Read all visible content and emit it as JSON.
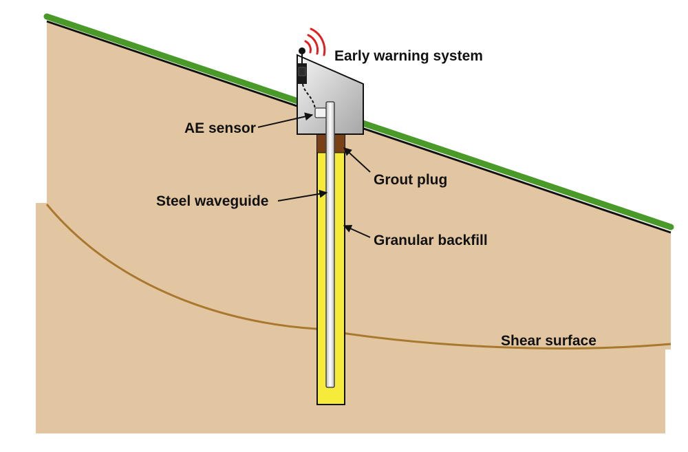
{
  "labels": {
    "early_warning": "Early warning system",
    "ae_sensor": "AE sensor",
    "grout_plug": "Grout plug",
    "steel_waveguide": "Steel waveguide",
    "granular_backfill": "Granular backfill",
    "shear_surface": "Shear surface"
  },
  "colors": {
    "soil": "#e2c6a2",
    "grass": "#4a9a2a",
    "ground_line": "#111111",
    "shear_line": "#a8782e",
    "backfill": "#f6ea3a",
    "grout": "#7a4016",
    "waveguide": "#f2f2f2",
    "enclosure": "#c8c8c8",
    "signal": "#e02020"
  }
}
